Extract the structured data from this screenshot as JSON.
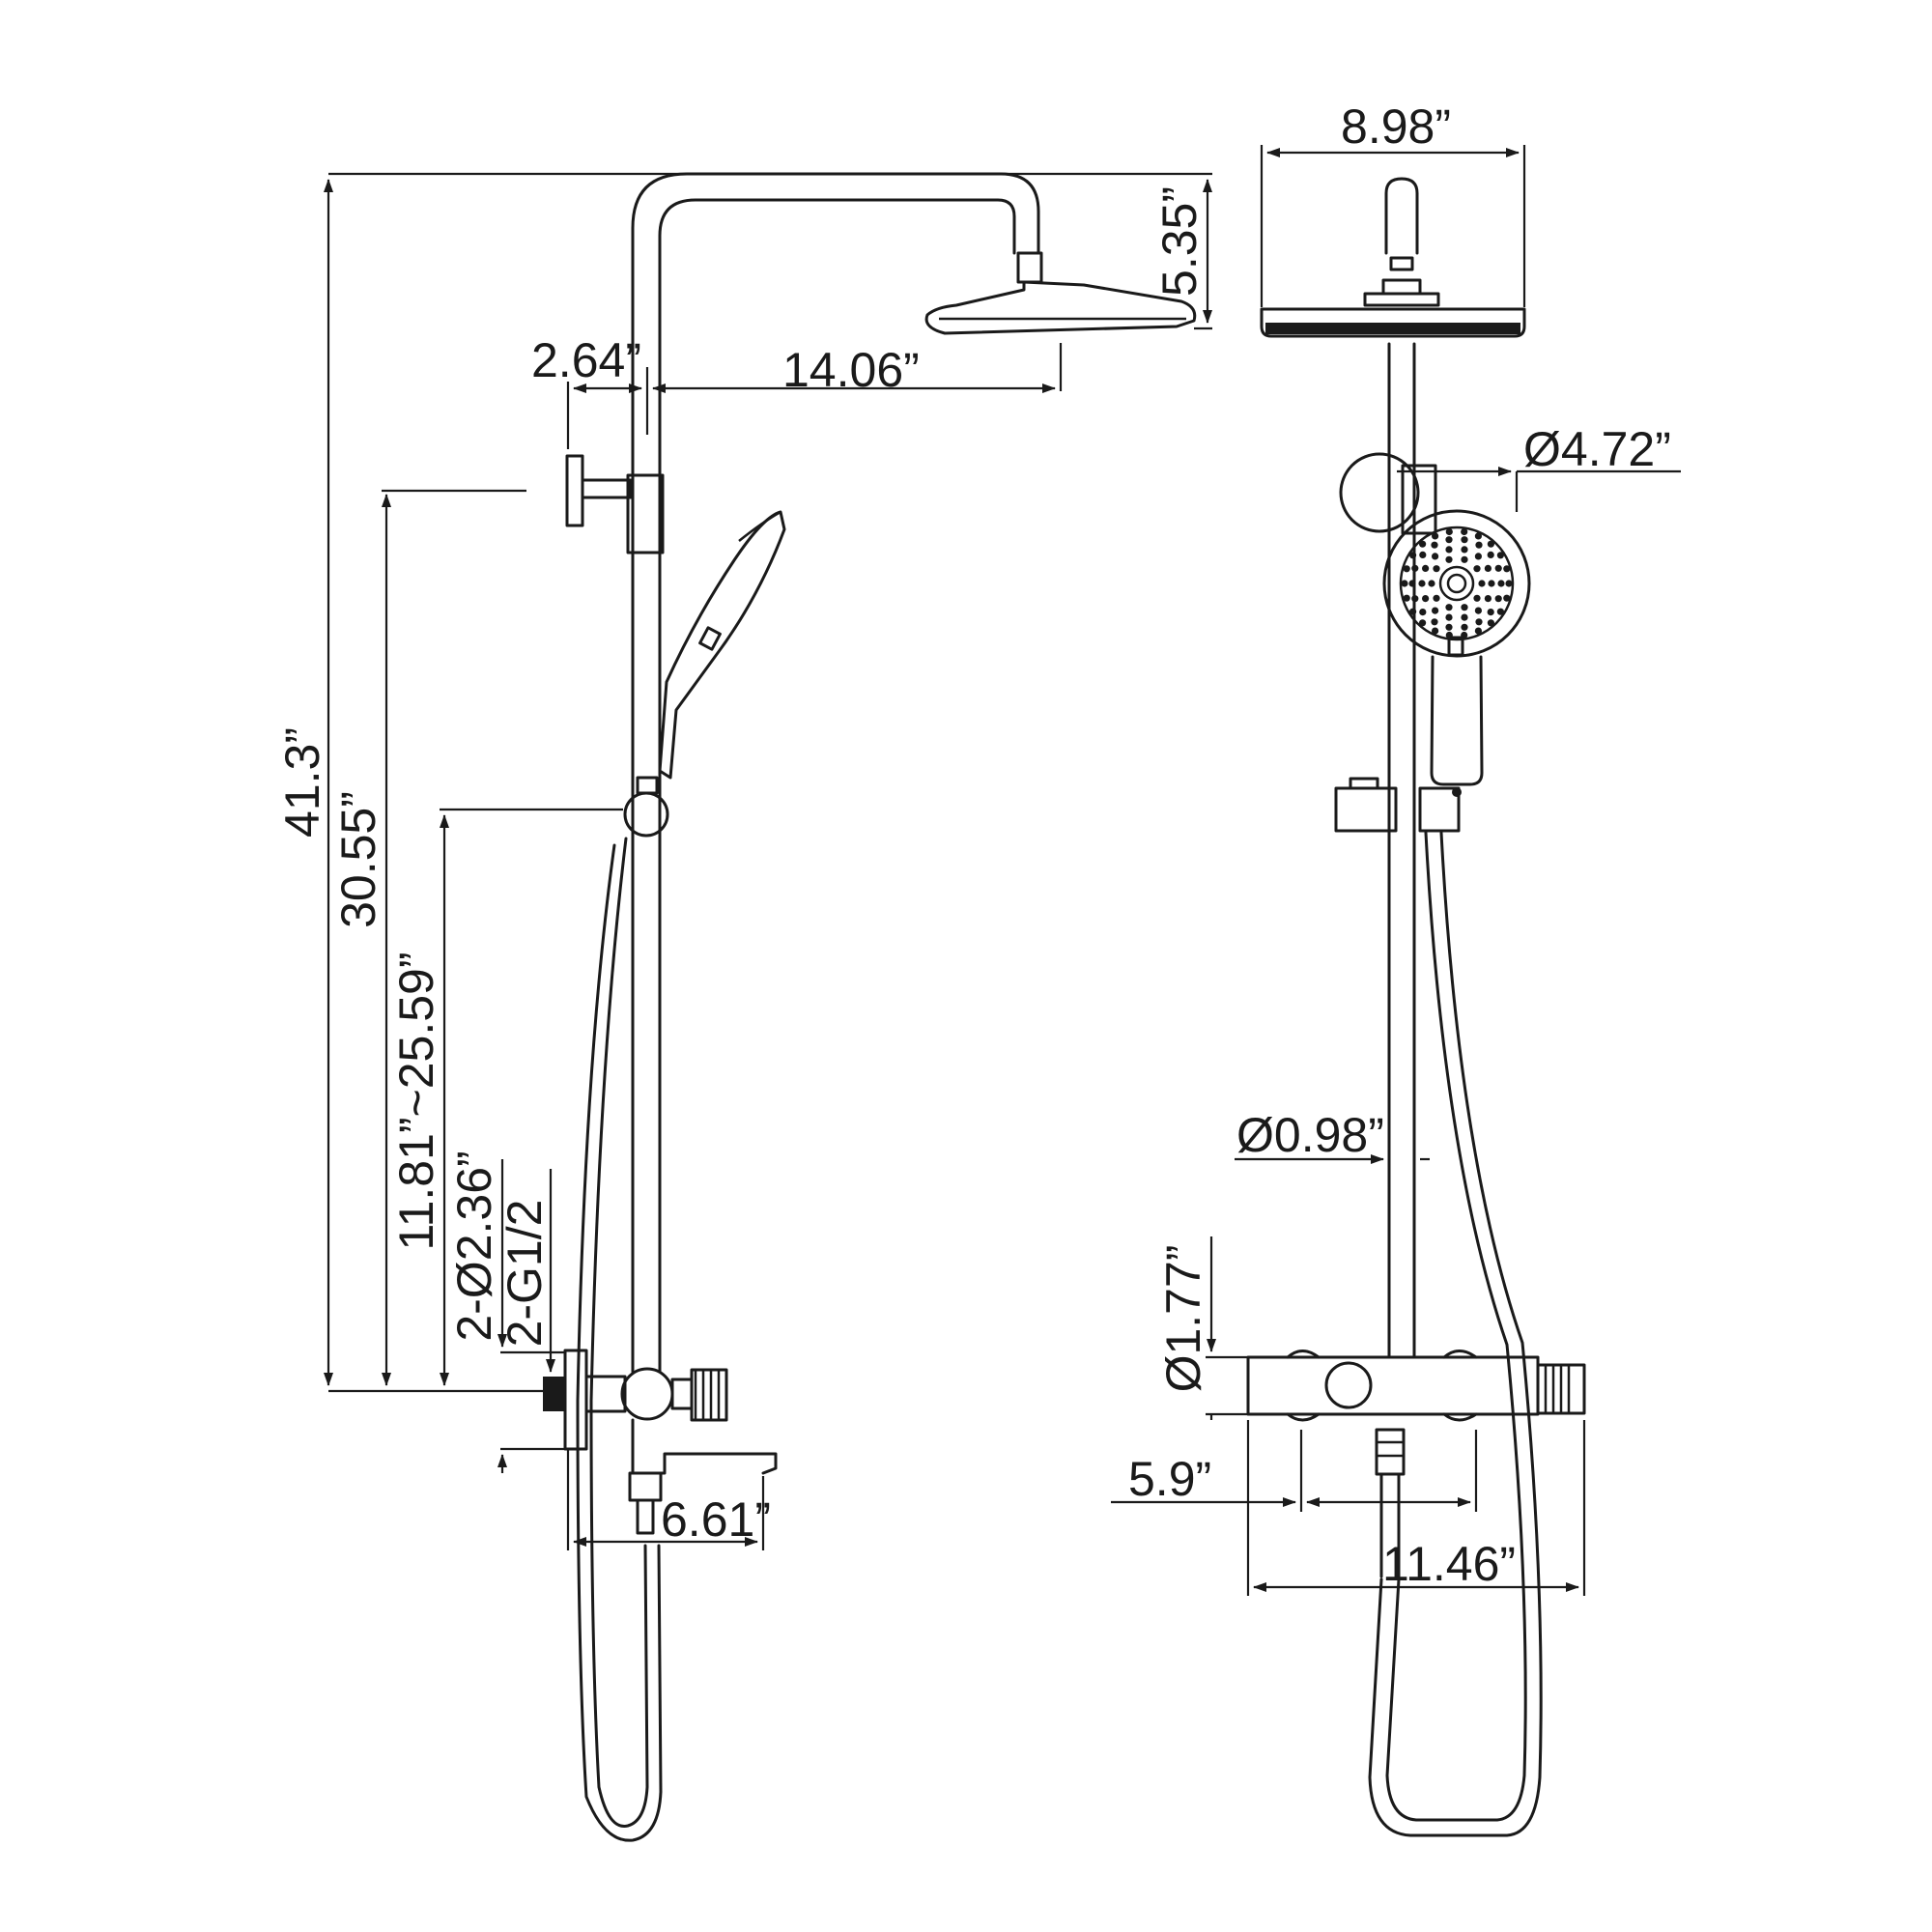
{
  "colors": {
    "ink": "#1a1a1a",
    "background": "#ffffff"
  },
  "side_view": {
    "overall_height": "41.3”",
    "outlet_height": "30.55”",
    "slide_bar_range": "11.81”~25.59”",
    "inlet_connection_diameter": "2-Ø2.36”",
    "inlet_thread": "2-G1/2",
    "wall_offset": "2.64”",
    "arm_reach": "14.06”",
    "head_height": "5.35”",
    "spout_projection": "6.61”"
  },
  "front_view": {
    "head_diameter": "8.98”",
    "hand_shower_diameter": "Ø4.72”",
    "pipe_diameter": "Ø0.98”",
    "valve_body_height": "Ø1.77”",
    "inlet_centers": "5.9”",
    "valve_width": "11.46”"
  }
}
